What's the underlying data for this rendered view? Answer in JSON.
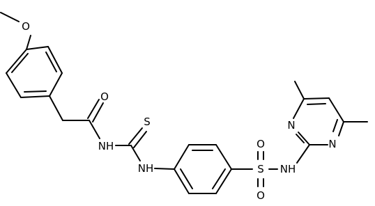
{
  "atoms": {
    "o_methoxy": "O",
    "o_carbonyl": "O",
    "s_thio": "S",
    "nh_amide": "NH",
    "nh_aryl": "NH",
    "s_sulfonyl": "S",
    "o_sulfonyl_top": "O",
    "o_sulfonyl_bottom": "O",
    "nh_sulfonamide": "NH",
    "n_pyr_left": "N",
    "n_pyr_right": "N"
  },
  "colors": {
    "bond": "#000000",
    "label": "#000000",
    "background": "#ffffff"
  }
}
